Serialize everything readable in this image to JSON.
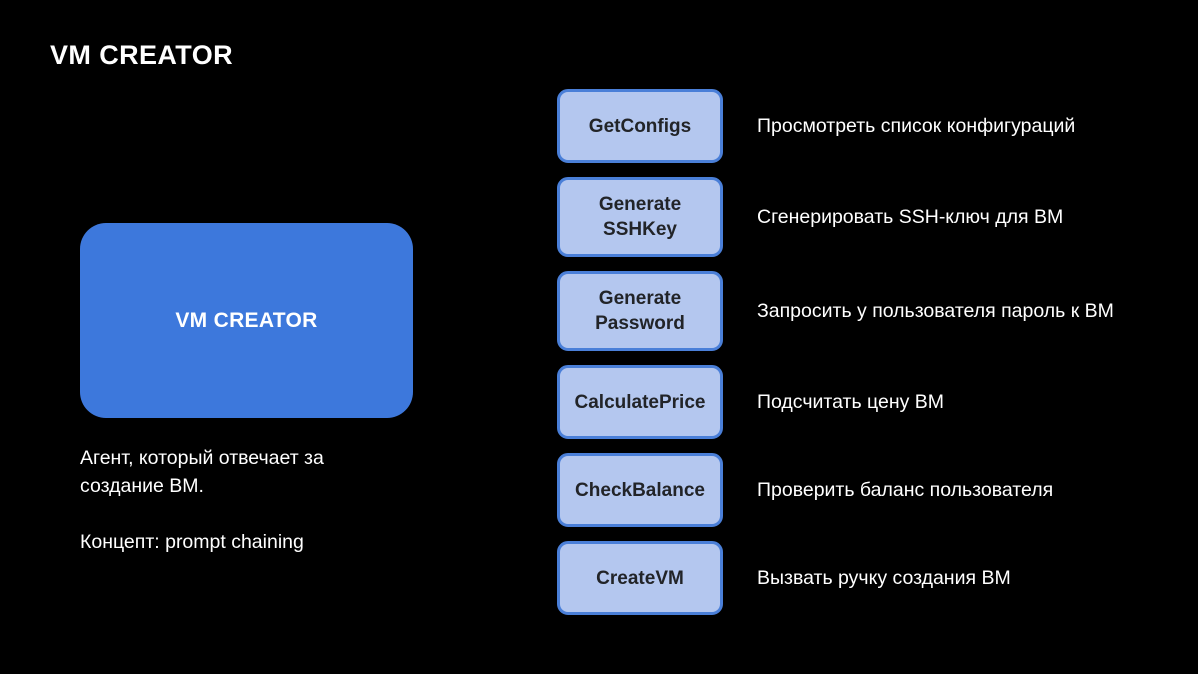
{
  "page": {
    "title": "VM CREATOR",
    "background_color": "#000000",
    "text_color": "#ffffff"
  },
  "colors": {
    "agent_box_fill": "#3d78dc",
    "tool_box_fill": "#b4c7ef",
    "tool_box_border": "#4a7fd8",
    "tool_box_text": "#222428"
  },
  "agent": {
    "box_label": "VM CREATOR",
    "description": "Агент, который отвечает за создание ВМ.",
    "concept": "Концепт: prompt chaining"
  },
  "tools": [
    {
      "name": "GetConfigs",
      "lines": [
        "GetConfigs"
      ],
      "description": "Просмотреть список конфигураций"
    },
    {
      "name": "GenerateSSHKey",
      "lines": [
        "Generate",
        "SSHKey"
      ],
      "description": "Сгенерировать SSH-ключ для ВМ"
    },
    {
      "name": "GeneratePassword",
      "lines": [
        "Generate",
        "Password"
      ],
      "description": "Запросить у пользователя пароль к ВМ"
    },
    {
      "name": "CalculatePrice",
      "lines": [
        "CalculatePrice"
      ],
      "description": "Подсчитать цену ВМ"
    },
    {
      "name": "CheckBalance",
      "lines": [
        "CheckBalance"
      ],
      "description": "Проверить баланс пользователя"
    },
    {
      "name": "CreateVM",
      "lines": [
        "CreateVM"
      ],
      "description": "Вызвать ручку создания ВМ"
    }
  ]
}
